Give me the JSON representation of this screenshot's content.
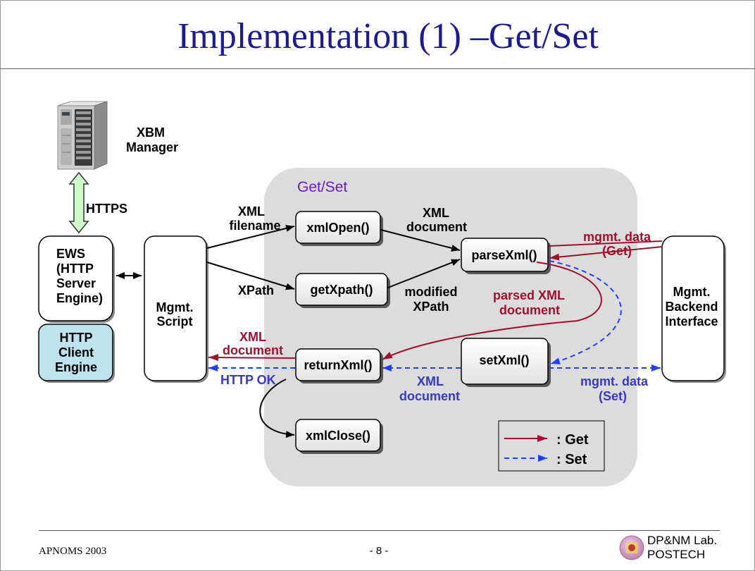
{
  "slide": {
    "title": "Implementation (1) –Get/Set",
    "footer_left": "APNOMS 2003",
    "page_number": "- 8 -",
    "lab_name": "DP&NM Lab.",
    "institution": "POSTECH"
  },
  "diagram": {
    "manager": [
      "XBM",
      "Manager"
    ],
    "https_label": "HTTPS",
    "ews": [
      "EWS",
      "(HTTP",
      "Server",
      "Engine)"
    ],
    "http_client": [
      "HTTP",
      "Client",
      "Engine"
    ],
    "mgmt_script": [
      "Mgmt.",
      "Script"
    ],
    "backend": [
      "Mgmt.",
      "Backend",
      "Interface"
    ],
    "region_label": "Get/Set",
    "functions": {
      "xml_open": "xmlOpen()",
      "get_xpath": "getXpath()",
      "parse_xml": "parseXml()",
      "set_xml": "setXml()",
      "return_xml": "returnXml()",
      "xml_close": "xmlClose()"
    },
    "labels": {
      "xml_filename": [
        "XML",
        "filename"
      ],
      "xpath": "XPath",
      "xml_document_top": [
        "XML",
        "document"
      ],
      "modified_xpath": [
        "modified",
        "XPath"
      ],
      "mgmt_data_get": [
        "mgmt. data",
        "(Get)"
      ],
      "parsed_xml_document": [
        "parsed XML",
        "document"
      ],
      "xml_document_return": [
        "XML",
        "document"
      ],
      "http_ok": "HTTP OK",
      "xml_document_set": [
        "XML",
        "document"
      ],
      "mgmt_data_set": [
        "mgmt. data",
        "(Set)"
      ]
    },
    "legend": {
      "get": ": Get",
      "set": ": Set"
    }
  },
  "colors": {
    "title": "#1c1c8c",
    "get_flow": "#a0102e",
    "set_flow": "#1f3fff",
    "set_label": "#3838c8",
    "region_label": "#6a1ad0",
    "region_fill": "#dcdcdc",
    "http_client_fill": "#bfe3ee",
    "https_arrow_fill": "#ccffcc"
  },
  "icons": {
    "manager": "server-icon",
    "https_link": "double-arrow-icon",
    "lab_logo": "postech-logo-icon"
  }
}
